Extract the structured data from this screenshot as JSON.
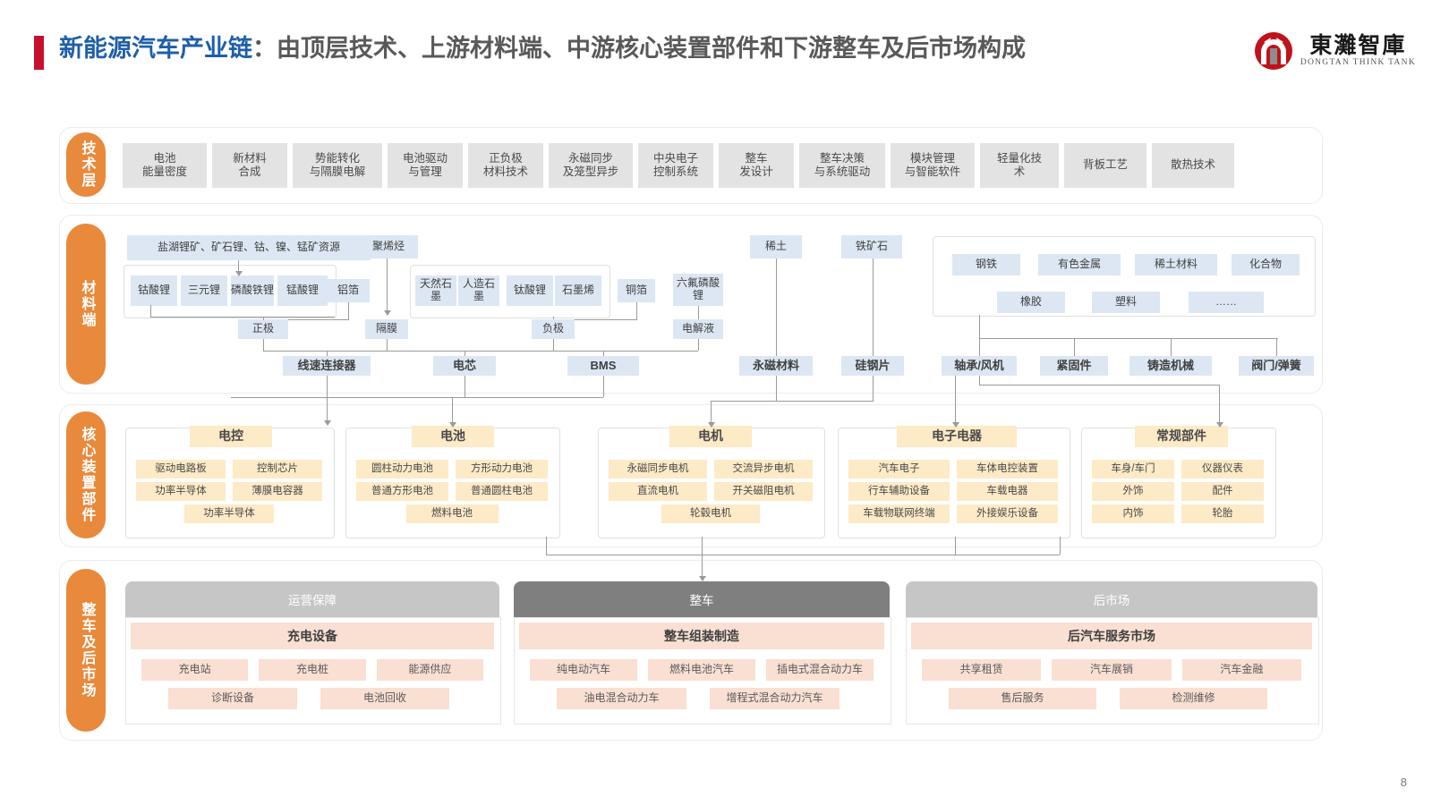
{
  "header": {
    "title_blue": "新能源汽车产业链",
    "title_dark": "：由顶层技术、上游材料端、中游核心装置部件和下游整车及后市场构成",
    "logo_cn": "東灘智庫",
    "logo_en": "DONGTAN THINK TANK"
  },
  "page_number": "8",
  "sections": {
    "tech": {
      "label": "技术层"
    },
    "material": {
      "label": "材料端"
    },
    "core": {
      "label": "核心装置部件"
    },
    "vehicle": {
      "label": "整车及后市场"
    }
  },
  "tech_layer": {
    "items": [
      "电池\n能量密度",
      "新材料\n合成",
      "势能转化\n与隔膜电解",
      "电池驱动\n与管理",
      "正负极\n材料技术",
      "永磁同步\n及笼型异步",
      "中央电子\n控制系统",
      "整车\n发设计",
      "整车决策\n与系统驱动",
      "模块管理\n与智能软件",
      "轻量化技\n术",
      "背板工艺",
      "散热技术"
    ]
  },
  "material_layer": {
    "ore": "盐湖锂矿、矿石锂、钴、镍、锰矿资源",
    "cathode_materials": [
      "钴酸锂",
      "三元锂",
      "磷酸铁锂",
      "锰酸锂"
    ],
    "aluminum_foil": "铝箔",
    "polyolefin": "聚烯烃",
    "anode_materials": [
      "天然石墨",
      "人造石墨",
      "钛酸锂",
      "石墨烯"
    ],
    "copper_foil": "铜箔",
    "lipf6": "六氟磷酸锂",
    "mid_nodes": [
      "正极",
      "隔膜",
      "负极",
      "电解液"
    ],
    "outputs": [
      "线速连接器",
      "电芯",
      "BMS"
    ],
    "rare_earth": "稀土",
    "iron_ore": "铁矿石",
    "magnet_outputs": [
      "永磁材料",
      "硅钢片"
    ],
    "general_materials": [
      "钢铁",
      "有色金属",
      "稀土材料",
      "化合物",
      "橡胶",
      "塑料",
      "……"
    ],
    "general_outputs": [
      "轴承/风机",
      "紧固件",
      "铸造机械",
      "阀门/弹簧"
    ]
  },
  "core_layer": {
    "groups": [
      {
        "title": "电控",
        "items": [
          "驱动电路板",
          "控制芯片",
          "功率半导体",
          "薄膜电容器",
          "功率半导体"
        ]
      },
      {
        "title": "电池",
        "items": [
          "圆柱动力电池",
          "方形动力电池",
          "普通方形电池",
          "普通圆柱电池",
          "燃料电池"
        ]
      },
      {
        "title": "电机",
        "items": [
          "永磁同步电机",
          "交流异步电机",
          "直流电机",
          "开关磁阻电机",
          "轮毂电机"
        ]
      },
      {
        "title": "电子电器",
        "items": [
          "汽车电子",
          "车体电控装置",
          "行车辅助设备",
          "车载电器",
          "车载物联网终端",
          "外接娱乐设备"
        ]
      },
      {
        "title": "常规部件",
        "items": [
          "车身/车门",
          "仪器仪表",
          "外饰",
          "配件",
          "内饰",
          "轮胎"
        ]
      }
    ]
  },
  "vehicle_layer": {
    "panels": [
      {
        "bar": "运营保障",
        "bar_color": "#c6c6c6",
        "head": "充电设备",
        "items": [
          "充电站",
          "充电桩",
          "能源供应",
          "诊断设备",
          "电池回收"
        ]
      },
      {
        "bar": "整车",
        "bar_color": "#7f7f7f",
        "head": "整车组装制造",
        "items": [
          "纯电动汽车",
          "燃料电池汽车",
          "插电式混合动力车",
          "油电混合动力车",
          "增程式混合动力汽车"
        ]
      },
      {
        "bar": "后市场",
        "bar_color": "#c6c6c6",
        "head": "后汽车服务市场",
        "items": [
          "共享租赁",
          "汽车展销",
          "汽车金融",
          "售后服务",
          "检测维修"
        ]
      }
    ]
  },
  "colors": {
    "accent_orange": "#e8893c",
    "title_blue": "#1f5faa",
    "title_red": "#c8102e",
    "blue_box": "#dce7f3",
    "yellow_box": "#fdeac7",
    "peach_box": "#f9e0d2",
    "gray_box": "#e3e3e3"
  }
}
